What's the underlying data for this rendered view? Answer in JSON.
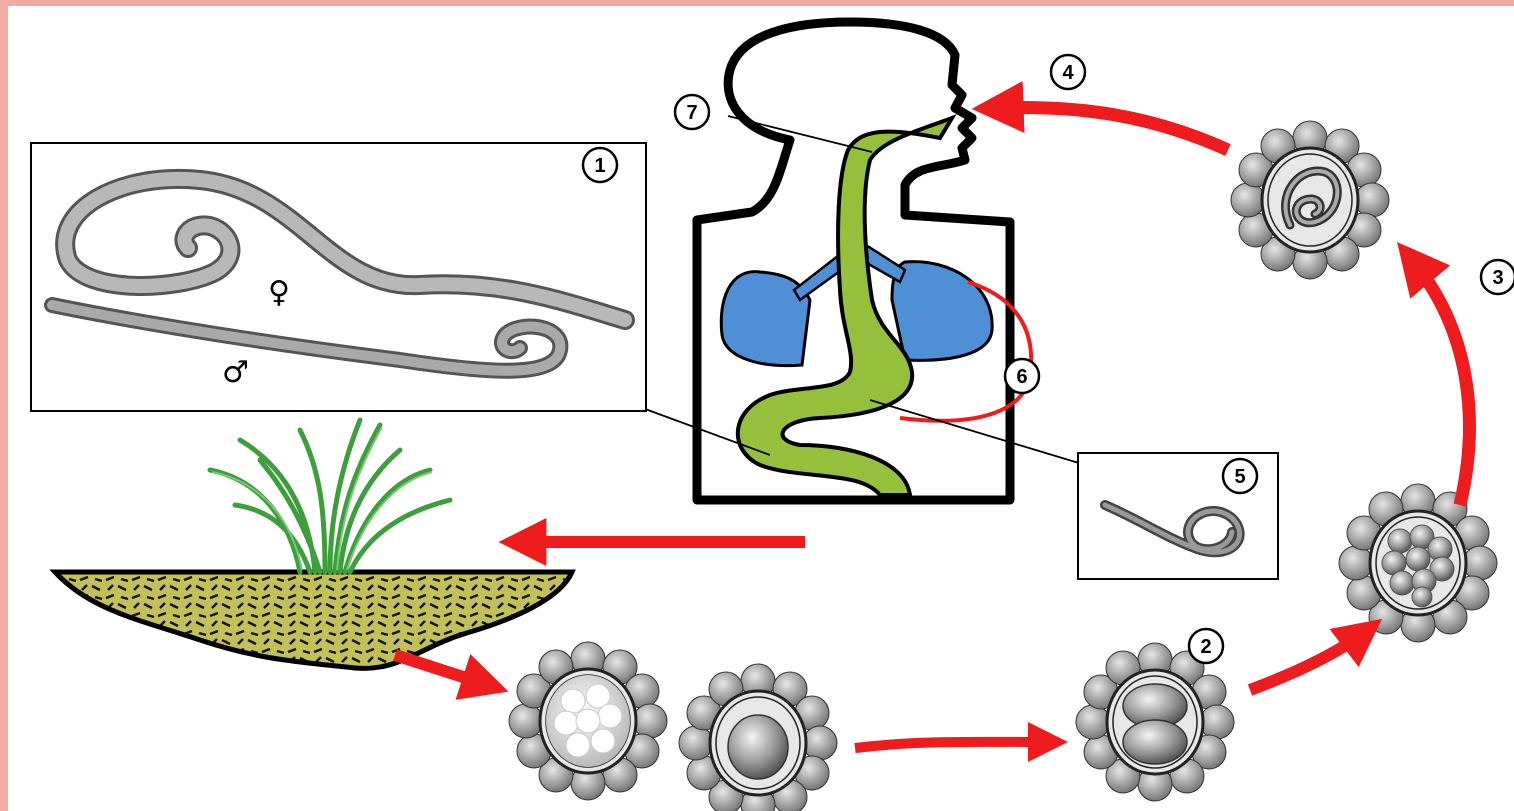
{
  "diagram": {
    "stage_markers": [
      "1",
      "2",
      "3",
      "4",
      "5",
      "6",
      "7"
    ],
    "sex_symbols": {
      "female": "♀",
      "male": "♂"
    },
    "colors": {
      "arrow": "#ee1c1c",
      "digestive_tract": "#95c03c",
      "lungs_airway": "#4f8fd6",
      "soil": "#c2c056",
      "grass": "#3c9f3c",
      "egg_shell": "#9a9a9a",
      "worm": "#8a8a8a"
    },
    "icons": [
      "adult-worms",
      "human-silhouette",
      "lungs",
      "intestine",
      "grass-soil",
      "unembryonated-egg",
      "two-cell-egg",
      "multi-cell-egg",
      "larvated-egg",
      "hatched-larva"
    ]
  }
}
